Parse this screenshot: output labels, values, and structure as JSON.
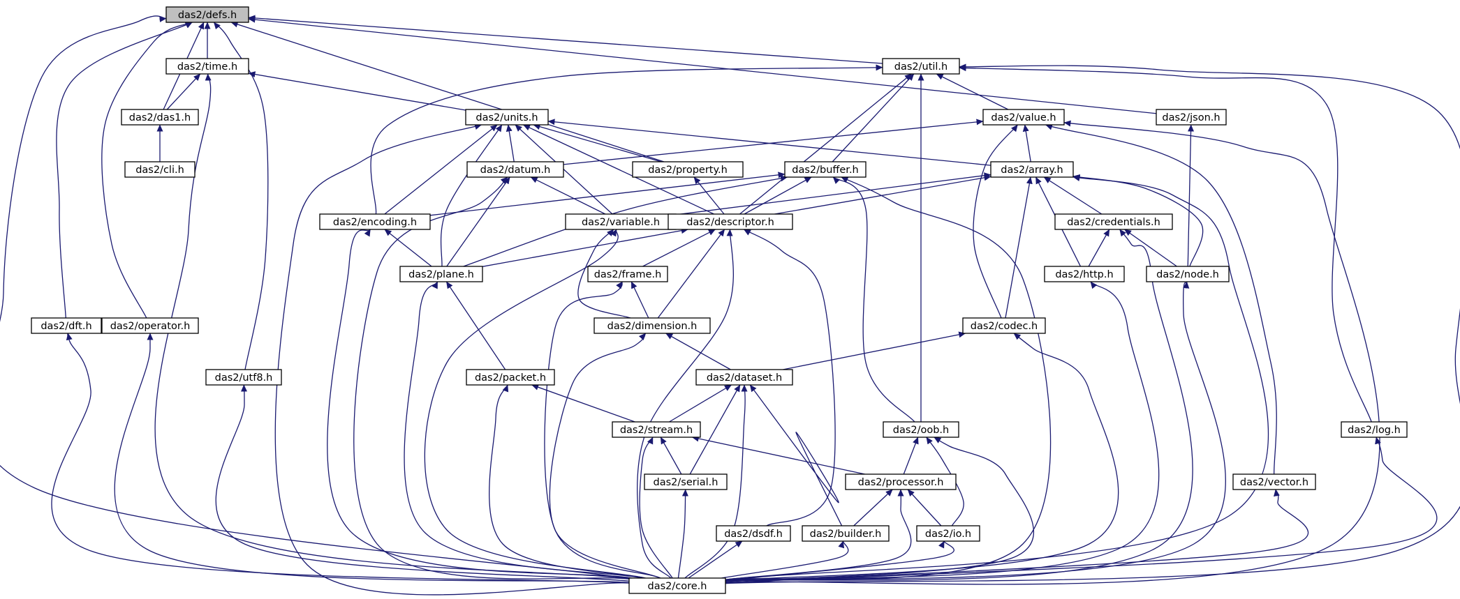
{
  "diagram": {
    "type": "include-dependency-graph",
    "root": "das2/defs.h",
    "colors": {
      "edge": "#191970",
      "node_border": "#000000",
      "root_fill": "#bfbfbf",
      "node_fill": "#ffffff"
    },
    "nodes": [
      {
        "id": "defs",
        "label": "das2/defs.h",
        "root": true
      },
      {
        "id": "time",
        "label": "das2/time.h"
      },
      {
        "id": "util",
        "label": "das2/util.h"
      },
      {
        "id": "das1",
        "label": "das2/das1.h"
      },
      {
        "id": "units",
        "label": "das2/units.h"
      },
      {
        "id": "value",
        "label": "das2/value.h"
      },
      {
        "id": "json",
        "label": "das2/json.h"
      },
      {
        "id": "cli",
        "label": "das2/cli.h"
      },
      {
        "id": "datum",
        "label": "das2/datum.h"
      },
      {
        "id": "property",
        "label": "das2/property.h"
      },
      {
        "id": "buffer",
        "label": "das2/buffer.h"
      },
      {
        "id": "array",
        "label": "das2/array.h"
      },
      {
        "id": "encoding",
        "label": "das2/encoding.h"
      },
      {
        "id": "variable",
        "label": "das2/variable.h"
      },
      {
        "id": "descriptor",
        "label": "das2/descriptor.h"
      },
      {
        "id": "credentials",
        "label": "das2/credentials.h"
      },
      {
        "id": "plane",
        "label": "das2/plane.h"
      },
      {
        "id": "frame",
        "label": "das2/frame.h"
      },
      {
        "id": "http",
        "label": "das2/http.h"
      },
      {
        "id": "node",
        "label": "das2/node.h"
      },
      {
        "id": "dft",
        "label": "das2/dft.h"
      },
      {
        "id": "operator",
        "label": "das2/operator.h"
      },
      {
        "id": "dimension",
        "label": "das2/dimension.h"
      },
      {
        "id": "codec",
        "label": "das2/codec.h"
      },
      {
        "id": "utf8",
        "label": "das2/utf8.h"
      },
      {
        "id": "packet",
        "label": "das2/packet.h"
      },
      {
        "id": "dataset",
        "label": "das2/dataset.h"
      },
      {
        "id": "stream",
        "label": "das2/stream.h"
      },
      {
        "id": "oob",
        "label": "das2/oob.h"
      },
      {
        "id": "log",
        "label": "das2/log.h"
      },
      {
        "id": "serial",
        "label": "das2/serial.h"
      },
      {
        "id": "processor",
        "label": "das2/processor.h"
      },
      {
        "id": "vector",
        "label": "das2/vector.h"
      },
      {
        "id": "dsdf",
        "label": "das2/dsdf.h"
      },
      {
        "id": "builder",
        "label": "das2/builder.h"
      },
      {
        "id": "io",
        "label": "das2/io.h"
      },
      {
        "id": "core",
        "label": "das2/core.h"
      }
    ],
    "edges": [
      [
        "time",
        "defs"
      ],
      [
        "das1",
        "defs"
      ],
      [
        "dft",
        "defs"
      ],
      [
        "operator",
        "defs"
      ],
      [
        "utf8",
        "defs"
      ],
      [
        "util",
        "defs"
      ],
      [
        "property",
        "defs"
      ],
      [
        "json",
        "defs"
      ],
      [
        "core",
        "defs"
      ],
      [
        "das1",
        "time"
      ],
      [
        "units",
        "time"
      ],
      [
        "core",
        "time"
      ],
      [
        "cli",
        "das1"
      ],
      [
        "value",
        "util"
      ],
      [
        "encoding",
        "util"
      ],
      [
        "descriptor",
        "util"
      ],
      [
        "buffer",
        "util"
      ],
      [
        "oob",
        "util"
      ],
      [
        "log",
        "util"
      ],
      [
        "core",
        "util"
      ],
      [
        "datum",
        "units"
      ],
      [
        "property",
        "units"
      ],
      [
        "variable",
        "units"
      ],
      [
        "descriptor",
        "units"
      ],
      [
        "encoding",
        "units"
      ],
      [
        "plane",
        "units"
      ],
      [
        "array",
        "units"
      ],
      [
        "core",
        "units"
      ],
      [
        "datum",
        "value"
      ],
      [
        "array",
        "value"
      ],
      [
        "codec",
        "value"
      ],
      [
        "vector",
        "value"
      ],
      [
        "core",
        "value"
      ],
      [
        "node",
        "json"
      ],
      [
        "variable",
        "datum"
      ],
      [
        "plane",
        "datum"
      ],
      [
        "core",
        "datum"
      ],
      [
        "descriptor",
        "property"
      ],
      [
        "encoding",
        "buffer"
      ],
      [
        "descriptor",
        "buffer"
      ],
      [
        "plane",
        "buffer"
      ],
      [
        "oob",
        "buffer"
      ],
      [
        "core",
        "buffer"
      ],
      [
        "variable",
        "array"
      ],
      [
        "descriptor",
        "array"
      ],
      [
        "credentials",
        "array"
      ],
      [
        "http",
        "array"
      ],
      [
        "node",
        "array"
      ],
      [
        "codec",
        "array"
      ],
      [
        "core",
        "array"
      ],
      [
        "plane",
        "encoding"
      ],
      [
        "core",
        "encoding"
      ],
      [
        "dimension",
        "variable"
      ],
      [
        "core",
        "variable"
      ],
      [
        "plane",
        "descriptor"
      ],
      [
        "frame",
        "descriptor"
      ],
      [
        "dimension",
        "descriptor"
      ],
      [
        "dsdf",
        "descriptor"
      ],
      [
        "core",
        "descriptor"
      ],
      [
        "http",
        "credentials"
      ],
      [
        "node",
        "credentials"
      ],
      [
        "core",
        "credentials"
      ],
      [
        "packet",
        "plane"
      ],
      [
        "core",
        "plane"
      ],
      [
        "dimension",
        "frame"
      ],
      [
        "core",
        "frame"
      ],
      [
        "core",
        "http"
      ],
      [
        "core",
        "node"
      ],
      [
        "core",
        "dft"
      ],
      [
        "core",
        "operator"
      ],
      [
        "dataset",
        "dimension"
      ],
      [
        "core",
        "dimension"
      ],
      [
        "dataset",
        "codec"
      ],
      [
        "core",
        "codec"
      ],
      [
        "core",
        "utf8"
      ],
      [
        "stream",
        "packet"
      ],
      [
        "core",
        "packet"
      ],
      [
        "stream",
        "dataset"
      ],
      [
        "serial",
        "dataset"
      ],
      [
        "builder",
        "dataset"
      ],
      [
        "core",
        "dataset"
      ],
      [
        "serial",
        "stream"
      ],
      [
        "processor",
        "stream"
      ],
      [
        "core",
        "stream"
      ],
      [
        "processor",
        "oob"
      ],
      [
        "io",
        "oob"
      ],
      [
        "core",
        "oob"
      ],
      [
        "core",
        "log"
      ],
      [
        "core",
        "serial"
      ],
      [
        "builder",
        "processor"
      ],
      [
        "io",
        "processor"
      ],
      [
        "core",
        "processor"
      ],
      [
        "core",
        "vector"
      ],
      [
        "core",
        "dsdf"
      ],
      [
        "core",
        "builder"
      ],
      [
        "core",
        "io"
      ]
    ]
  }
}
